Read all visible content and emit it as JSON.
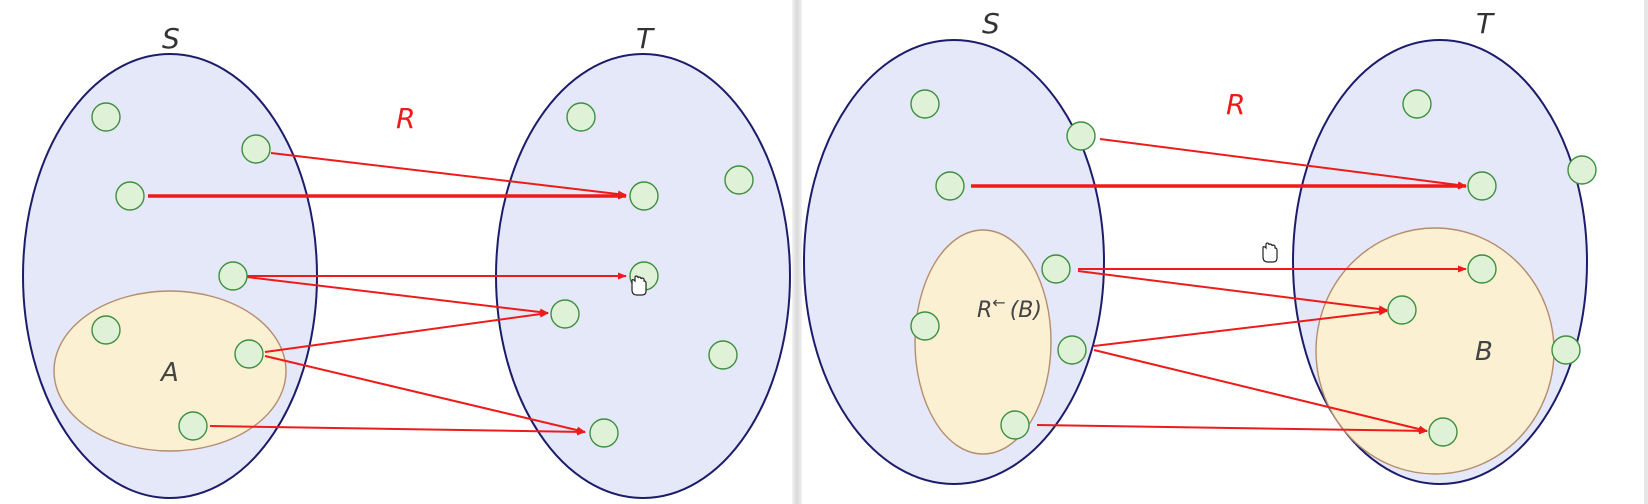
{
  "colors": {
    "set_fill": "#e4e8f8",
    "set_stroke": "#1c1c6a",
    "subset_fill": "#fbf0d2",
    "subset_stroke": "#b58c6e",
    "point_fill": "#dff2d8",
    "point_stroke": "#3f8f3f",
    "arrow": "#ee1b1b"
  },
  "left_panel": {
    "domain_label": "S",
    "codomain_label": "T",
    "relation_label": "R",
    "subset_label": "A"
  },
  "right_panel": {
    "domain_label": "S",
    "codomain_label": "T",
    "relation_label": "R",
    "preimage_symbol": "R",
    "preimage_arrow": "←",
    "preimage_argument": "(B)",
    "target_subset_label": "B"
  },
  "icons": [
    "hand-cursor-icon",
    "hand-cursor-icon"
  ]
}
